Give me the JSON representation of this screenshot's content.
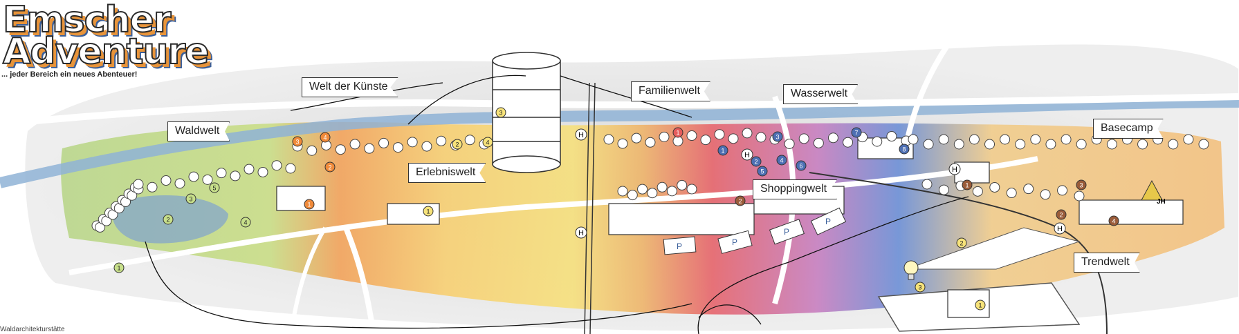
{
  "title": {
    "line1": "Emscher",
    "line2": "Adventure",
    "subtitle": "... jeder Bereich ein neues Abenteuer!"
  },
  "legend": {
    "text": "Waldarchitekturstätte"
  },
  "zones": [
    {
      "id": "waldwelt",
      "label": "Waldwelt"
    },
    {
      "id": "kuenste",
      "label": "Welt der Künste"
    },
    {
      "id": "erlebnis",
      "label": "Erlebniswelt"
    },
    {
      "id": "familie",
      "label": "Familienwelt"
    },
    {
      "id": "wasser",
      "label": "Wasserwelt"
    },
    {
      "id": "shopping",
      "label": "Shoppingwelt"
    },
    {
      "id": "basecamp",
      "label": "Basecamp"
    },
    {
      "id": "trend",
      "label": "Trendwelt"
    }
  ],
  "markers": {
    "halt": "H",
    "parking": "P",
    "youth_hostel": "JH",
    "numbers": [
      "1",
      "2",
      "3",
      "4",
      "5",
      "6",
      "7",
      "8"
    ]
  },
  "colors": {
    "river": "#8fb3d6",
    "road": "#ffffff",
    "forest": "#b9d68a",
    "arts": "#f2a25a",
    "adventure": "#f4d36a",
    "family": "#e6646b",
    "water": "#6c8fd6",
    "shopping": "#b87fc6",
    "basecamp": "#f3b36a",
    "trend": "#f1cf8d",
    "badge_green": "#c7df8a",
    "badge_orange": "#f08a3a",
    "badge_yellow": "#f7e37a",
    "badge_red": "#e55b5b",
    "badge_blue": "#4d6fb3",
    "badge_brown": "#9a5c3a"
  }
}
